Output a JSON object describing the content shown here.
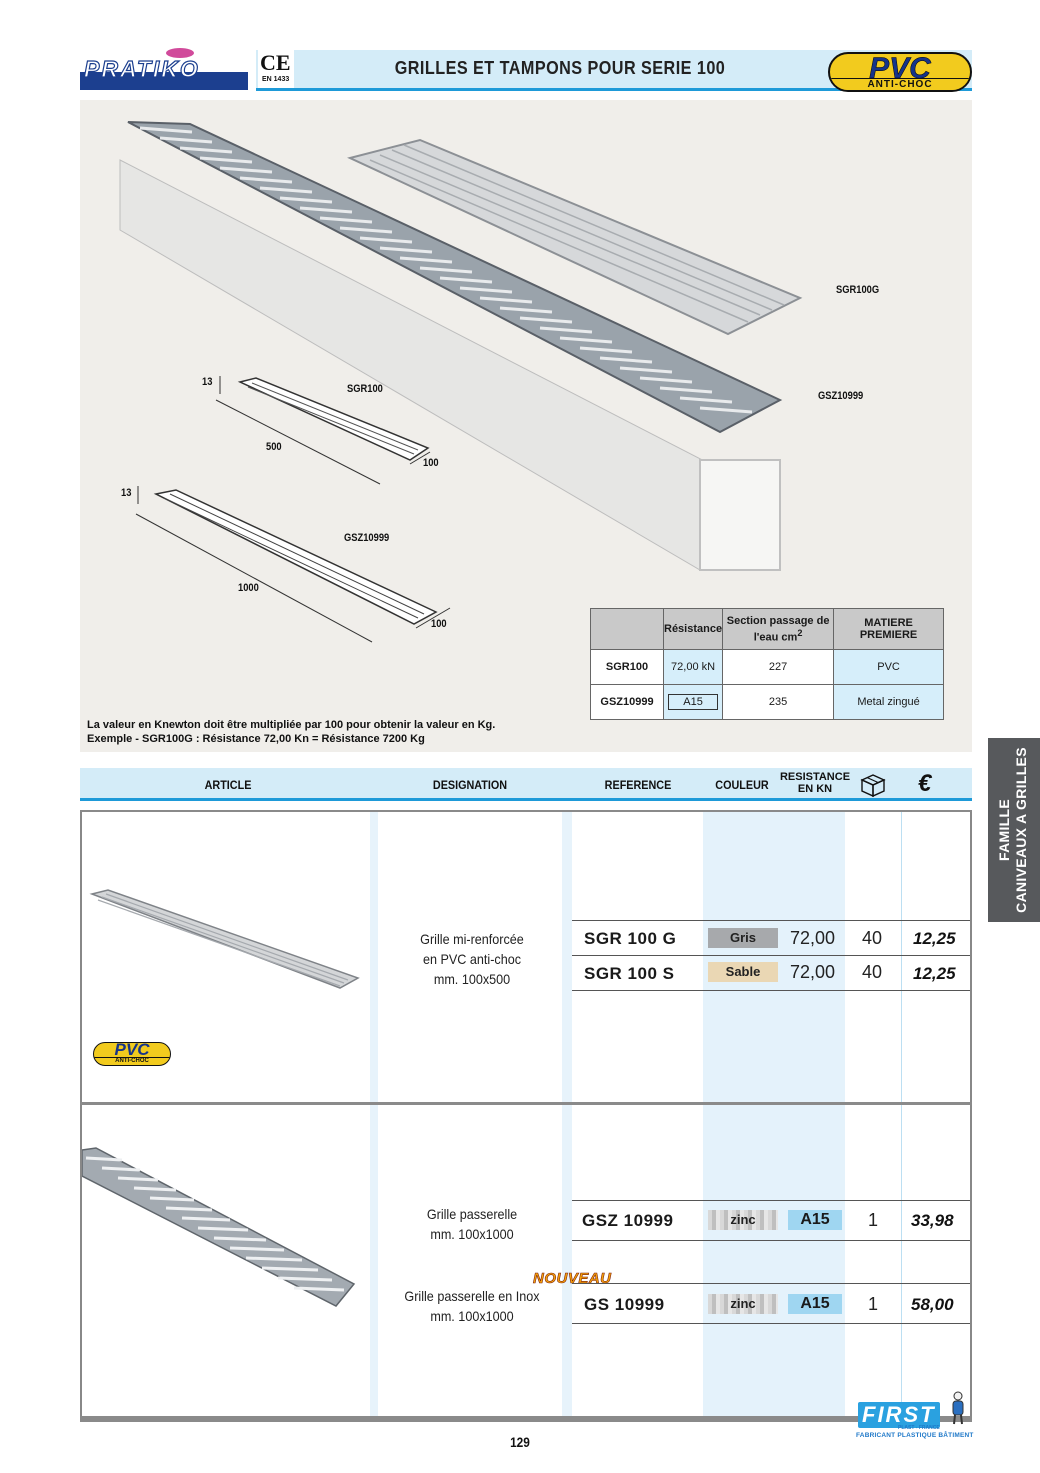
{
  "header": {
    "brand": "PRATIKO",
    "ce_mark": "CE",
    "ce_norm": "EN 1433",
    "title": "GRILLES ET TAMPONS POUR SERIE 100",
    "badge_main": "PVC",
    "badge_sub": "ANTI-CHOC"
  },
  "illustration": {
    "labels": {
      "sgr100g": "SGR100G",
      "gsz10999_top": "GSZ10999",
      "sgr100": "SGR100",
      "gsz10999_small": "GSZ10999",
      "dim_13_a": "13",
      "dim_500": "500",
      "dim_100_a": "100",
      "dim_13_b": "13",
      "dim_1000": "1000",
      "dim_100_b": "100"
    },
    "note_line1": "La valeur en Knewton doit être multipliée par 100 pour obtenir la valeur en Kg.",
    "note_line2": "Exemple - SGR100G : Résistance 72,00 Kn = Résistance 7200 Kg"
  },
  "spec_table": {
    "headers": [
      "",
      "Résistance",
      "Section passage de l'eau cm",
      "MATIERE PREMIERE"
    ],
    "sup": "2",
    "rows": [
      {
        "name": "SGR100",
        "resistance": "72,00 kN",
        "section": "227",
        "matiere": "PVC"
      },
      {
        "name": "GSZ10999",
        "resistance": "A15",
        "section": "235",
        "matiere": "Metal zingué"
      }
    ]
  },
  "side_tab": {
    "line1": "FAMILLE",
    "line2": "CANIVEAUX A GRILLES"
  },
  "table": {
    "headers": {
      "article": "ARTICLE",
      "designation": "DESIGNATION",
      "reference": "REFERENCE",
      "couleur": "COULEUR",
      "resistance_l1": "RESISTANCE",
      "resistance_l2": "EN KN",
      "box_icon": "box-icon",
      "euro": "€"
    },
    "group1": {
      "desig_l1": "Grille mi-renforcée",
      "desig_l2": "en PVC anti-choc",
      "desig_l3": "mm. 100x500",
      "badge_main": "PVC",
      "badge_sub": "ANTI-CHOC",
      "rows": [
        {
          "ref": "SGR 100 G",
          "color": "Gris",
          "res": "72,00",
          "qty": "40",
          "price": "12,25"
        },
        {
          "ref": "SGR 100 S",
          "color": "Sable",
          "res": "72,00",
          "qty": "40",
          "price": "12,25"
        }
      ]
    },
    "group2": {
      "desig_a_l1": "Grille passerelle",
      "desig_a_l2": "mm. 100x1000",
      "desig_b_l1": "Grille passerelle en Inox",
      "desig_b_l2": "mm. 100x1000",
      "new_badge": "NOUVEAU",
      "rows": [
        {
          "ref": "GSZ 10999",
          "color": "zinc",
          "res": "A15",
          "qty": "1",
          "price": "33,98"
        },
        {
          "ref": "GS 10999",
          "color": "zinc",
          "res": "A15",
          "qty": "1",
          "price": "58,00"
        }
      ]
    }
  },
  "footer": {
    "page": "129",
    "maker": "FIRST",
    "maker_sub": "FABRICANT PLASTIQUE BÂTIMENT",
    "maker_tag": "PLAST - FRANCE"
  }
}
